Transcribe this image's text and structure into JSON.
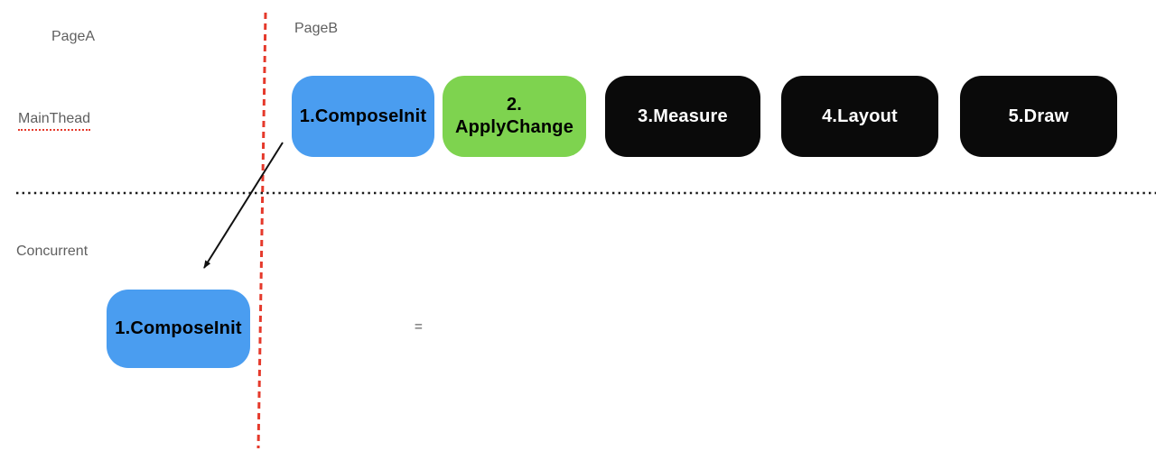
{
  "diagram": {
    "labels": {
      "page_a": "PageA",
      "page_b": "PageB",
      "main_thread": "MainThead",
      "concurrent": "Concurrent",
      "equals": "="
    },
    "main_thread_row": {
      "boxes": [
        {
          "label": "1.ComposeInit",
          "fill": "#4A9DF0",
          "text_color": "#000000"
        },
        {
          "label_line1": "2.",
          "label_line2": "ApplyChange",
          "fill": "#7ED34F",
          "text_color": "#000000"
        },
        {
          "label": "3.Measure",
          "fill": "#0A0A0A",
          "text_color": "#FFFFFF"
        },
        {
          "label": "4.Layout",
          "fill": "#0A0A0A",
          "text_color": "#FFFFFF"
        },
        {
          "label": "5.Draw",
          "fill": "#0A0A0A",
          "text_color": "#FFFFFF"
        }
      ]
    },
    "concurrent_row": {
      "boxes": [
        {
          "label": "1.ComposeInit",
          "fill": "#4A9DF0",
          "text_color": "#000000"
        }
      ]
    },
    "lines": {
      "page_divider_color": "#E5392B",
      "page_divider_style": "dashed-vertical",
      "thread_divider_color": "#1A1A1A",
      "thread_divider_style": "dotted-horizontal",
      "arrow_color": "#111111",
      "spellcheck_underline_color": "#E5392B"
    }
  }
}
